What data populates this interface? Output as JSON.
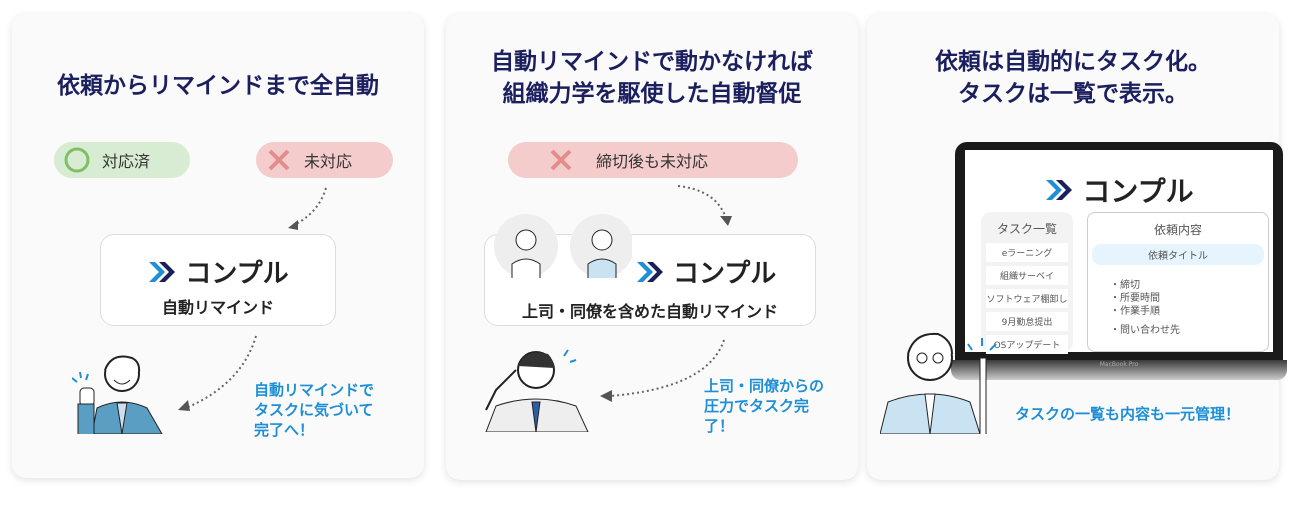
{
  "card1": {
    "title": "依頼からリマインドまで全自動",
    "pill_done": "対応済",
    "pill_pending": "未対応",
    "logo": "コンプル",
    "box_sub": "自動リマインド",
    "note": [
      "自動リマインドで",
      "タスクに気づいて",
      "完了へ！"
    ]
  },
  "card2": {
    "title": [
      "自動リマインドで動かなければ",
      "組織力学を駆使した自動督促"
    ],
    "pill_overdue": "締切後も未対応",
    "logo": "コンプル",
    "box_sub": "上司・同僚を含めた自動リマインド",
    "note": [
      "上司・同僚からの",
      "圧力でタスク完",
      "了！"
    ]
  },
  "card3": {
    "title": [
      "依頼は自動的にタスク化。",
      "タスクは一覧で表示。"
    ],
    "logo": "コンプル",
    "task_list_header": "タスク一覧",
    "tasks": [
      "eラーニング",
      "組織サーベイ",
      "ソフトウェア棚卸し",
      "9月勤怠提出",
      "OSアップデート"
    ],
    "detail_header": "依頼内容",
    "detail_title": "依頼タイトル",
    "detail_items": [
      "・締切",
      "・所要時間",
      "・作業手順"
    ],
    "detail_contact": "・問い合わせ先",
    "laptop_label": "MacBook Pro",
    "note": "タスクの一覧も内容も一元管理！"
  },
  "colors": {
    "title": "#1b1f5e",
    "accent": "#1e8fd6",
    "done": "#d8ecd3",
    "pending": "#f4cccc"
  }
}
